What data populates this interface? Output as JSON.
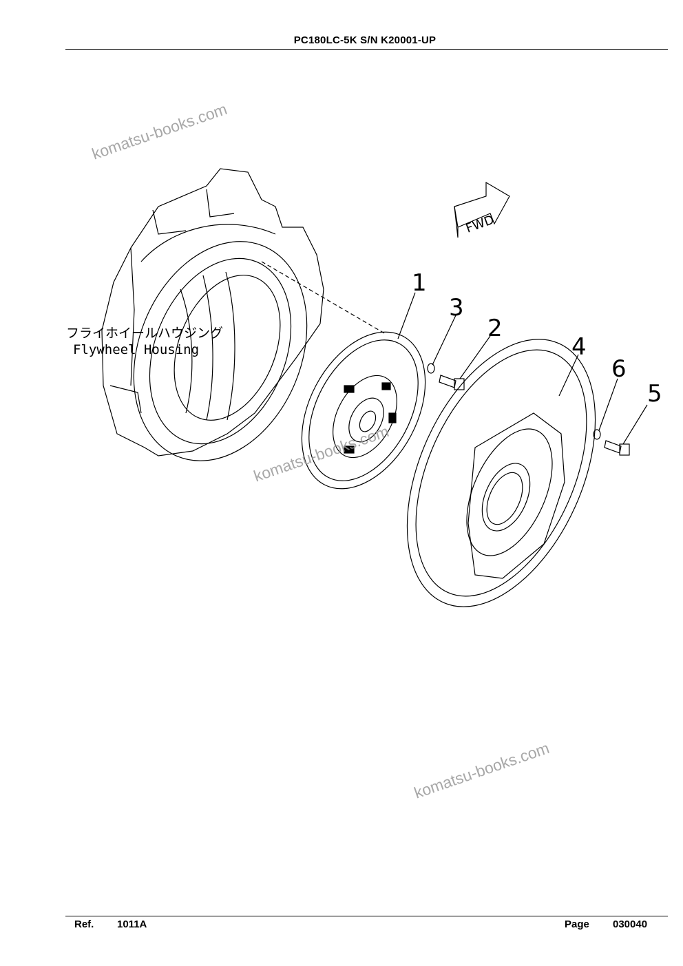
{
  "header": {
    "title": "PC180LC-5K S/N K20001-UP"
  },
  "footer": {
    "ref_label": "Ref.",
    "ref_value": "1011A",
    "page_label": "Page",
    "page_value": "030040"
  },
  "watermarks": [
    "komatsu-books.com",
    "komatsu-books.com",
    "komatsu-books.com"
  ],
  "diagram": {
    "housing_label_jp": "フライホイールハウジング",
    "housing_label_en": "Flywheel Housing",
    "fwd_label": "FWD",
    "callouts": [
      "1",
      "2",
      "3",
      "4",
      "5",
      "6"
    ]
  }
}
